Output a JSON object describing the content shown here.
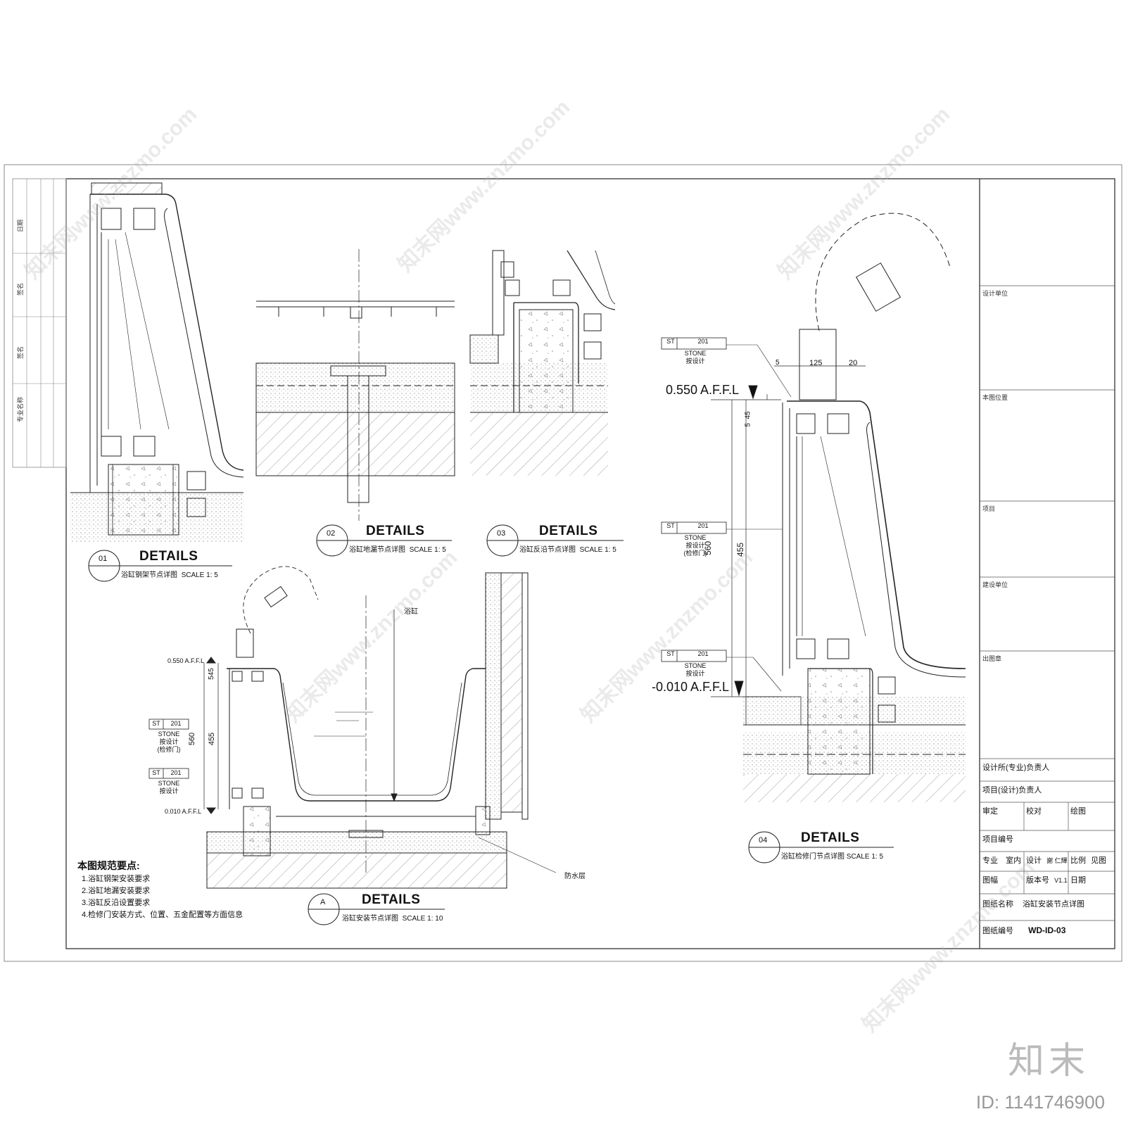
{
  "details": {
    "d01": {
      "num": "01",
      "title": "DETAILS",
      "subtitle": "浴缸钢架节点详图",
      "scale": "SCALE 1: 5"
    },
    "d02": {
      "num": "02",
      "title": "DETAILS",
      "subtitle": "浴缸地漏节点详图",
      "scale": "SCALE 1: 5"
    },
    "d03": {
      "num": "03",
      "title": "DETAILS",
      "subtitle": "浴缸反沿节点详图",
      "scale": "SCALE 1: 5"
    },
    "d04": {
      "num": "04",
      "title": "DETAILS",
      "subtitle": "浴缸检修门节点详图",
      "scale": "SCALE 1: 5"
    },
    "dA": {
      "num": "A",
      "title": "DETAILS",
      "subtitle": "浴缸安装节点详图",
      "scale": "SCALE 1: 10"
    }
  },
  "annotations": {
    "elev_top": "0.550 A.F.F.L",
    "elev_bottom": "-0.010 A.F.F.L",
    "elev_top_small": "0.550 A.F.F.L",
    "elev_bottom_small": "0.010 A.F.F.L",
    "dim_5": "5",
    "dim_125": "125",
    "dim_20": "20",
    "dim_45": "45",
    "dim_560": "560",
    "dim_455": "455",
    "dim_545": "545",
    "tag_st": "ST",
    "tag_201": "201",
    "stone": "STONE",
    "by_design": "按设计",
    "access_door": "(检修门)",
    "bathtub": "浴缸",
    "waterproof": "防水层"
  },
  "notes": {
    "heading": "本图规范要点:",
    "items": [
      "1.浴缸钢架安装要求",
      "2.浴缸地漏安装要求",
      "3.浴缸反沿设置要求",
      "4.检修门安装方式、位置、五金配置等方面信息"
    ]
  },
  "revision": {
    "col1": "专业名称",
    "col2": "签名",
    "col3": "日期",
    "col4": "签名"
  },
  "title_block": {
    "r1": "设计单位",
    "r2": "本图位置",
    "r3": "项目",
    "r4": "建设单位",
    "r5": "出图章",
    "r6": "设计所(专业)负责人",
    "r7": "项目(设计)负责人",
    "audit": "审定",
    "check": "校对",
    "draw": "绘图",
    "proj_no": "项目编号",
    "major": "专业",
    "major_val": "室内",
    "design": "设计",
    "design_val": "謝 仁輝",
    "ratio": "比例",
    "ratio_val": "见图",
    "sheet": "图幅",
    "version": "版本号",
    "version_val": "V1.1",
    "date": "日期",
    "drawing_name": "图纸名称",
    "drawing_name_val": "浴缸安装节点详图",
    "drawing_no": "图纸编号",
    "drawing_no_val": "WD-ID-03"
  },
  "watermark": {
    "brand": "知末",
    "id": "ID: 1141746900",
    "site": "知末网www.znzmo.com"
  }
}
